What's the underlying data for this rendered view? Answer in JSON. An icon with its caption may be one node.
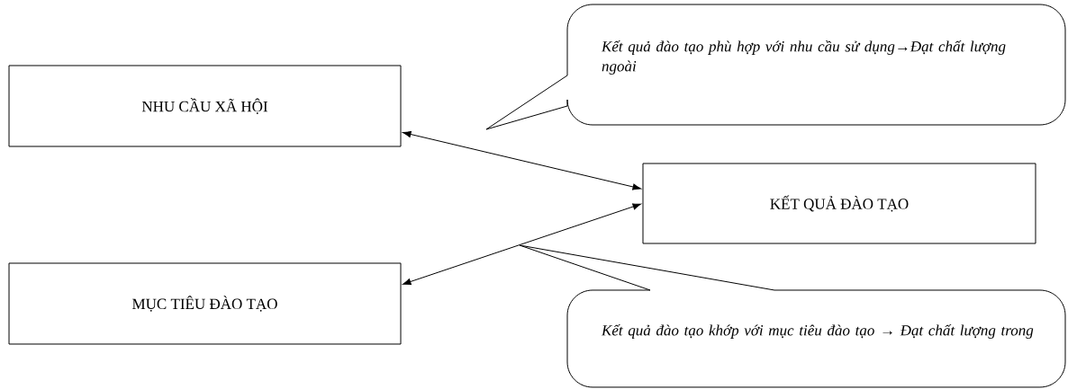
{
  "diagram": {
    "nodes": [
      {
        "text": [
          "NHU CẦU XÃ HỘI"
        ]
      },
      {
        "text": [
          "KẾT QUẢ ĐÀO TẠO"
        ]
      },
      {
        "text": [
          "MỤC TIÊU ĐÀO TẠO"
        ]
      },
      {
        "text": [
          "Kết quả đào tạo phù hợp với nhu cầu sử dụng→Đạt chất lượng ngoài"
        ]
      },
      {
        "text": [
          "Kết quả đào tạo khớp  với mục tiêu đào tạo → Đạt chất lượng  trong"
        ]
      }
    ],
    "edges": [
      {
        "from": 0,
        "to": 1,
        "arrow": "both"
      },
      {
        "from": 2,
        "to": 1,
        "arrow": "both"
      }
    ]
  }
}
